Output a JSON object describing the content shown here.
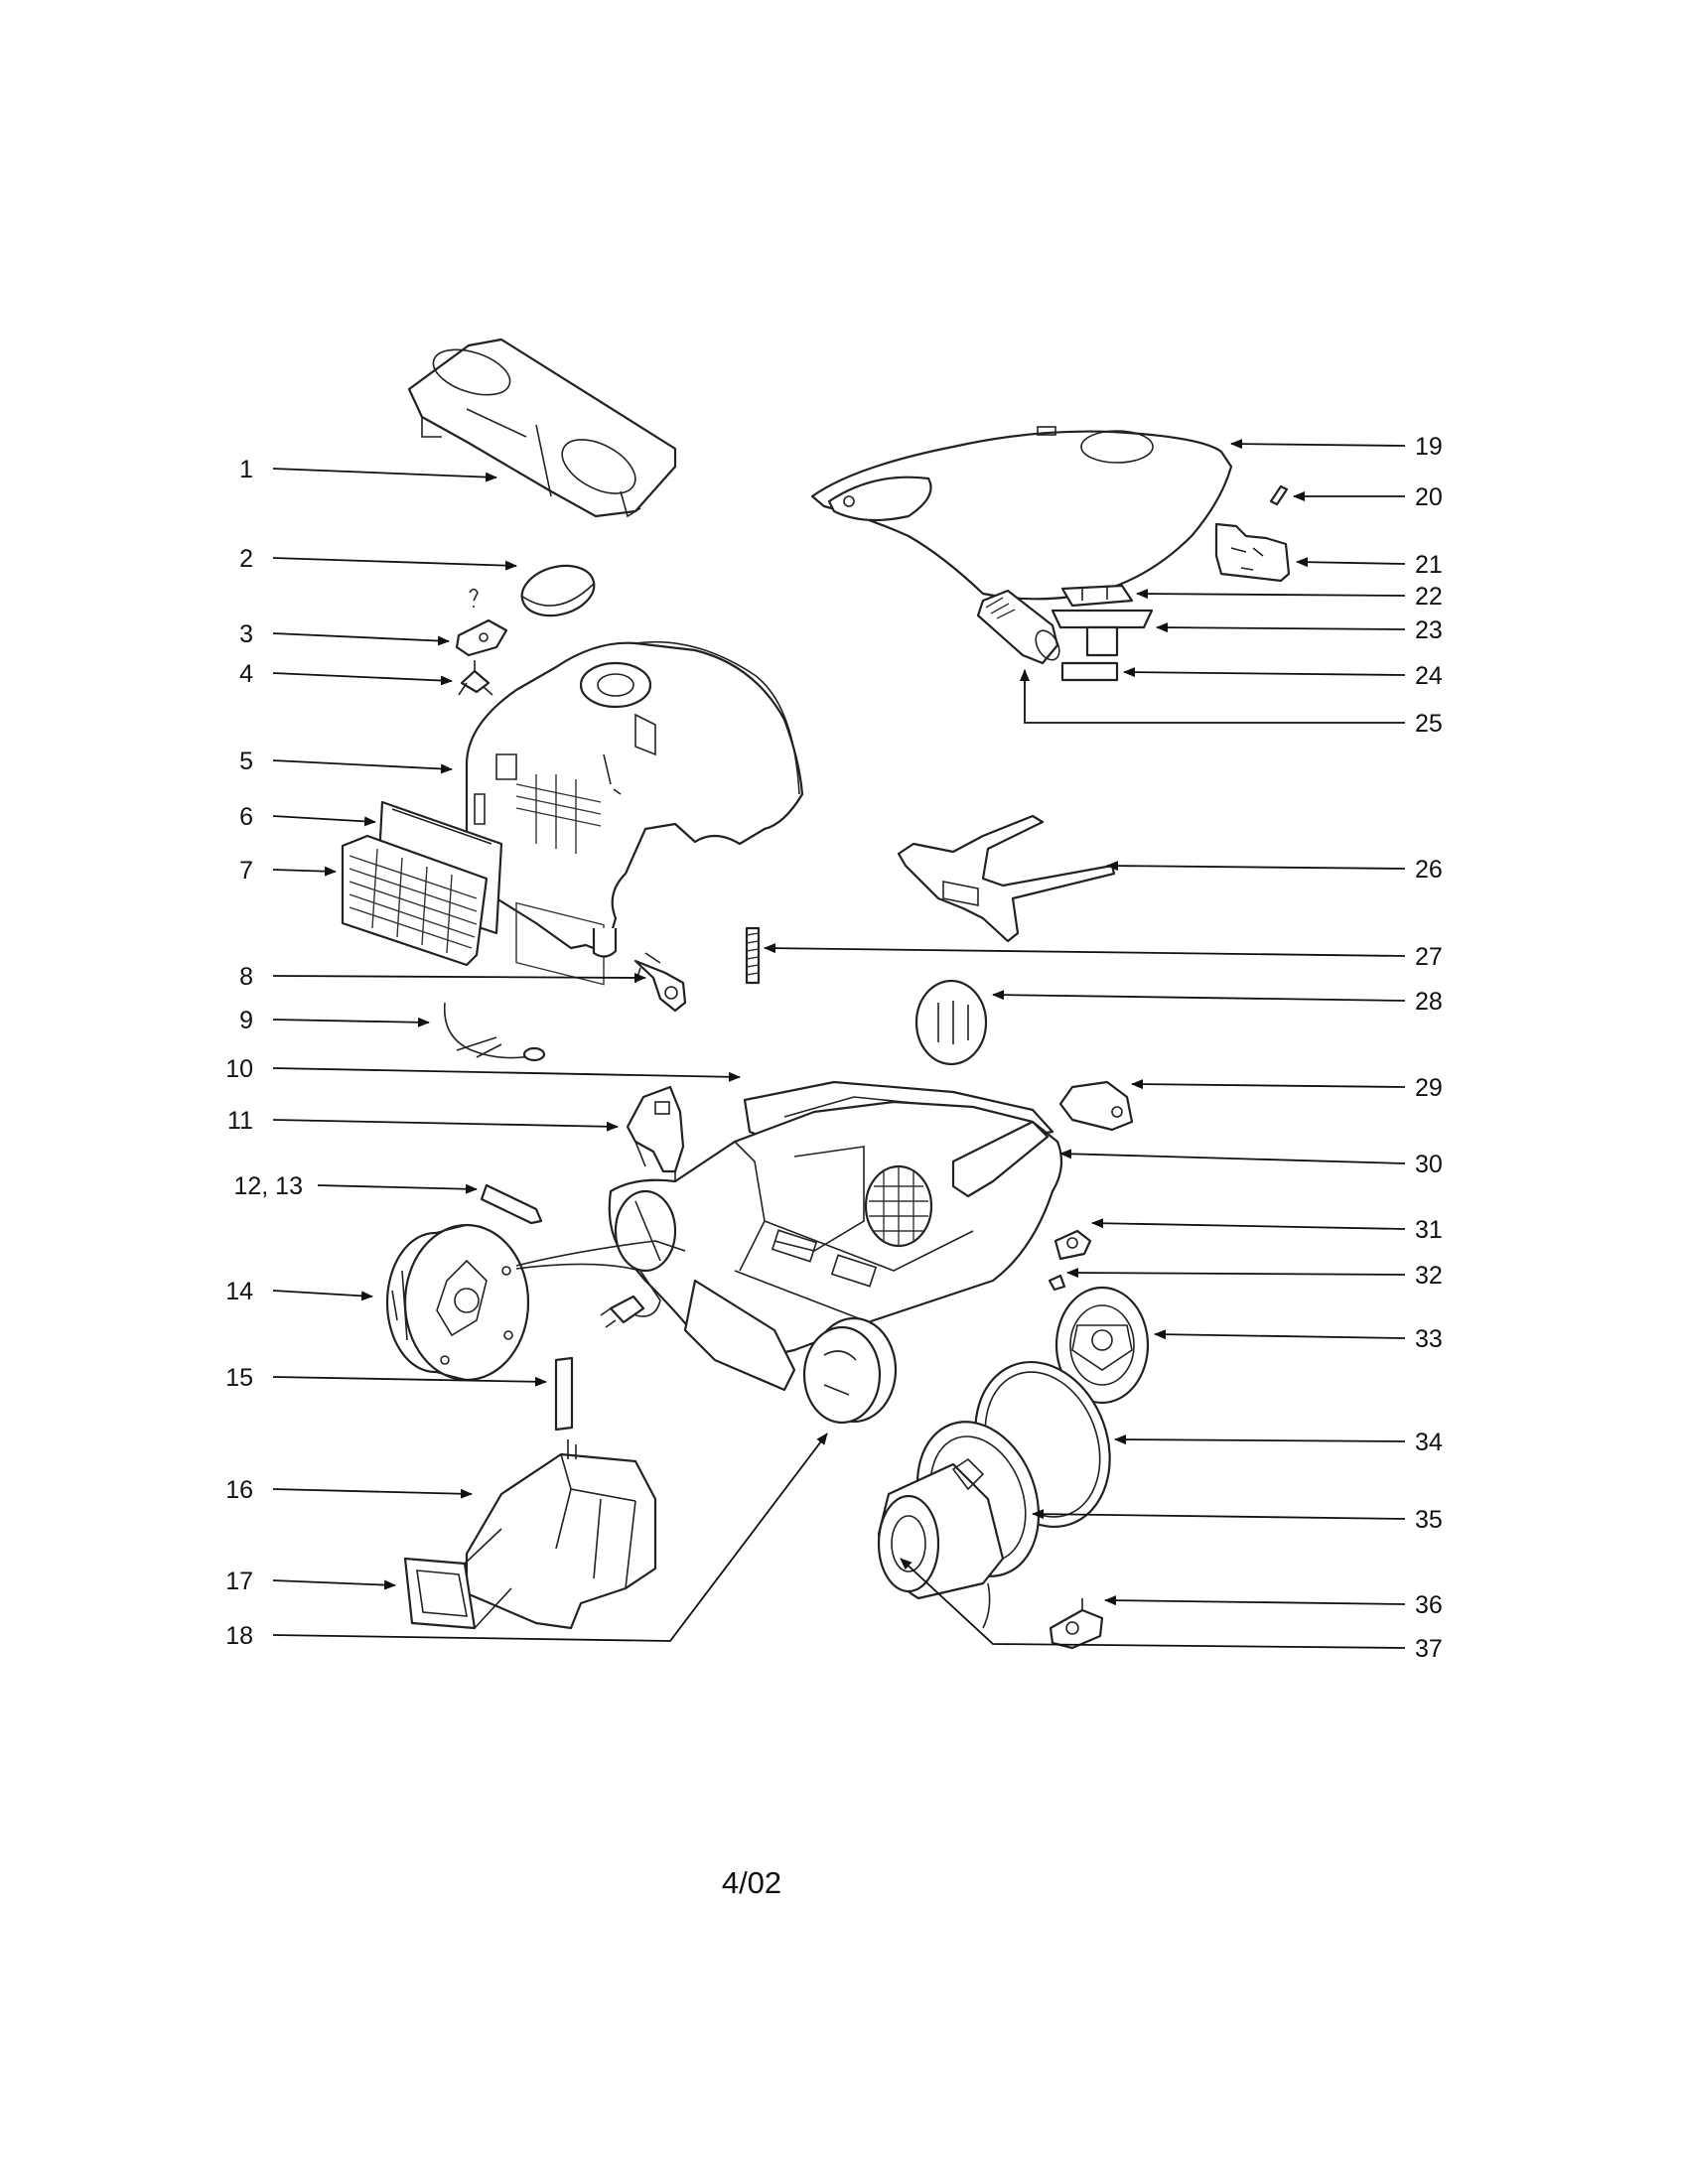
{
  "labels": {
    "l1": "1",
    "l2": "2",
    "l3": "3",
    "l4": "4",
    "l5": "5",
    "l6": "6",
    "l7": "7",
    "l8": "8",
    "l9": "9",
    "l10": "10",
    "l11": "11",
    "l12": "12, 13",
    "l14": "14",
    "l15": "15",
    "l16": "16",
    "l17": "17",
    "l18": "18",
    "l19": "19",
    "l20": "20",
    "l21": "21",
    "l22": "22",
    "l23": "23",
    "l24": "24",
    "l25": "25",
    "l26": "26",
    "l27": "27",
    "l28": "28",
    "l29": "29",
    "l30": "30",
    "l31": "31",
    "l32": "32",
    "l33": "33",
    "l34": "34",
    "l35": "35",
    "l36": "36",
    "l37": "37"
  },
  "footer": {
    "date": "4/02"
  }
}
